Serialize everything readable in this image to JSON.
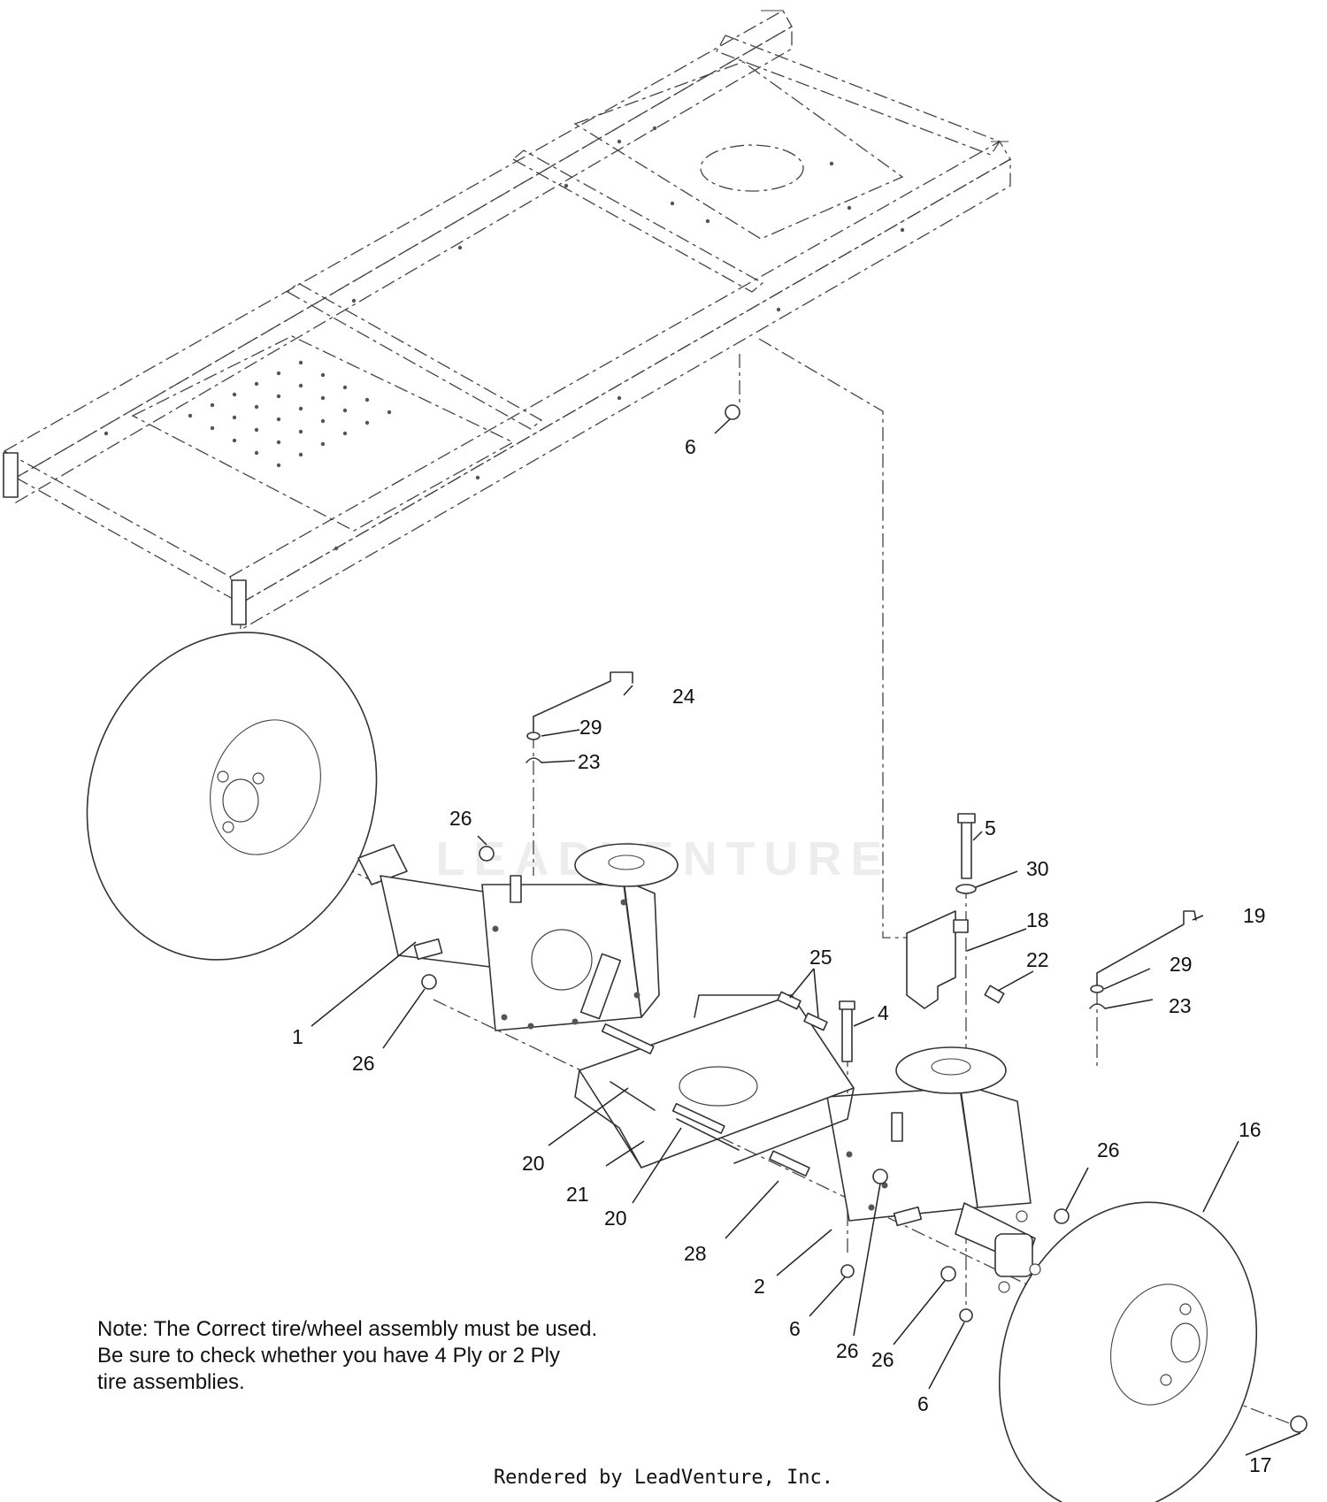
{
  "callouts": [
    {
      "id": "c1",
      "text": "1"
    },
    {
      "id": "c2",
      "text": "2"
    },
    {
      "id": "c4",
      "text": "4"
    },
    {
      "id": "c5",
      "text": "5"
    },
    {
      "id": "c6a",
      "text": "6"
    },
    {
      "id": "c6b",
      "text": "6"
    },
    {
      "id": "c6c",
      "text": "6"
    },
    {
      "id": "c16",
      "text": "16"
    },
    {
      "id": "c17",
      "text": "17"
    },
    {
      "id": "c18",
      "text": "18"
    },
    {
      "id": "c19",
      "text": "19"
    },
    {
      "id": "c20a",
      "text": "20"
    },
    {
      "id": "c20b",
      "text": "20"
    },
    {
      "id": "c21",
      "text": "21"
    },
    {
      "id": "c22",
      "text": "22"
    },
    {
      "id": "c23a",
      "text": "23"
    },
    {
      "id": "c23b",
      "text": "23"
    },
    {
      "id": "c24",
      "text": "24"
    },
    {
      "id": "c25",
      "text": "25"
    },
    {
      "id": "c26a",
      "text": "26"
    },
    {
      "id": "c26b",
      "text": "26"
    },
    {
      "id": "c26c",
      "text": "26"
    },
    {
      "id": "c26d",
      "text": "26"
    },
    {
      "id": "c26e",
      "text": "26"
    },
    {
      "id": "c28",
      "text": "28"
    },
    {
      "id": "c29a",
      "text": "29"
    },
    {
      "id": "c29b",
      "text": "29"
    },
    {
      "id": "c30",
      "text": "30"
    }
  ],
  "note": {
    "line1": "Note: The Correct tire/wheel assembly must be used.",
    "line2": "Be sure to check whether you have 4 Ply or 2 Ply",
    "line3": "tire assemblies."
  },
  "footer": "Rendered by LeadVenture, Inc.",
  "watermark": "LEADVENTURE"
}
